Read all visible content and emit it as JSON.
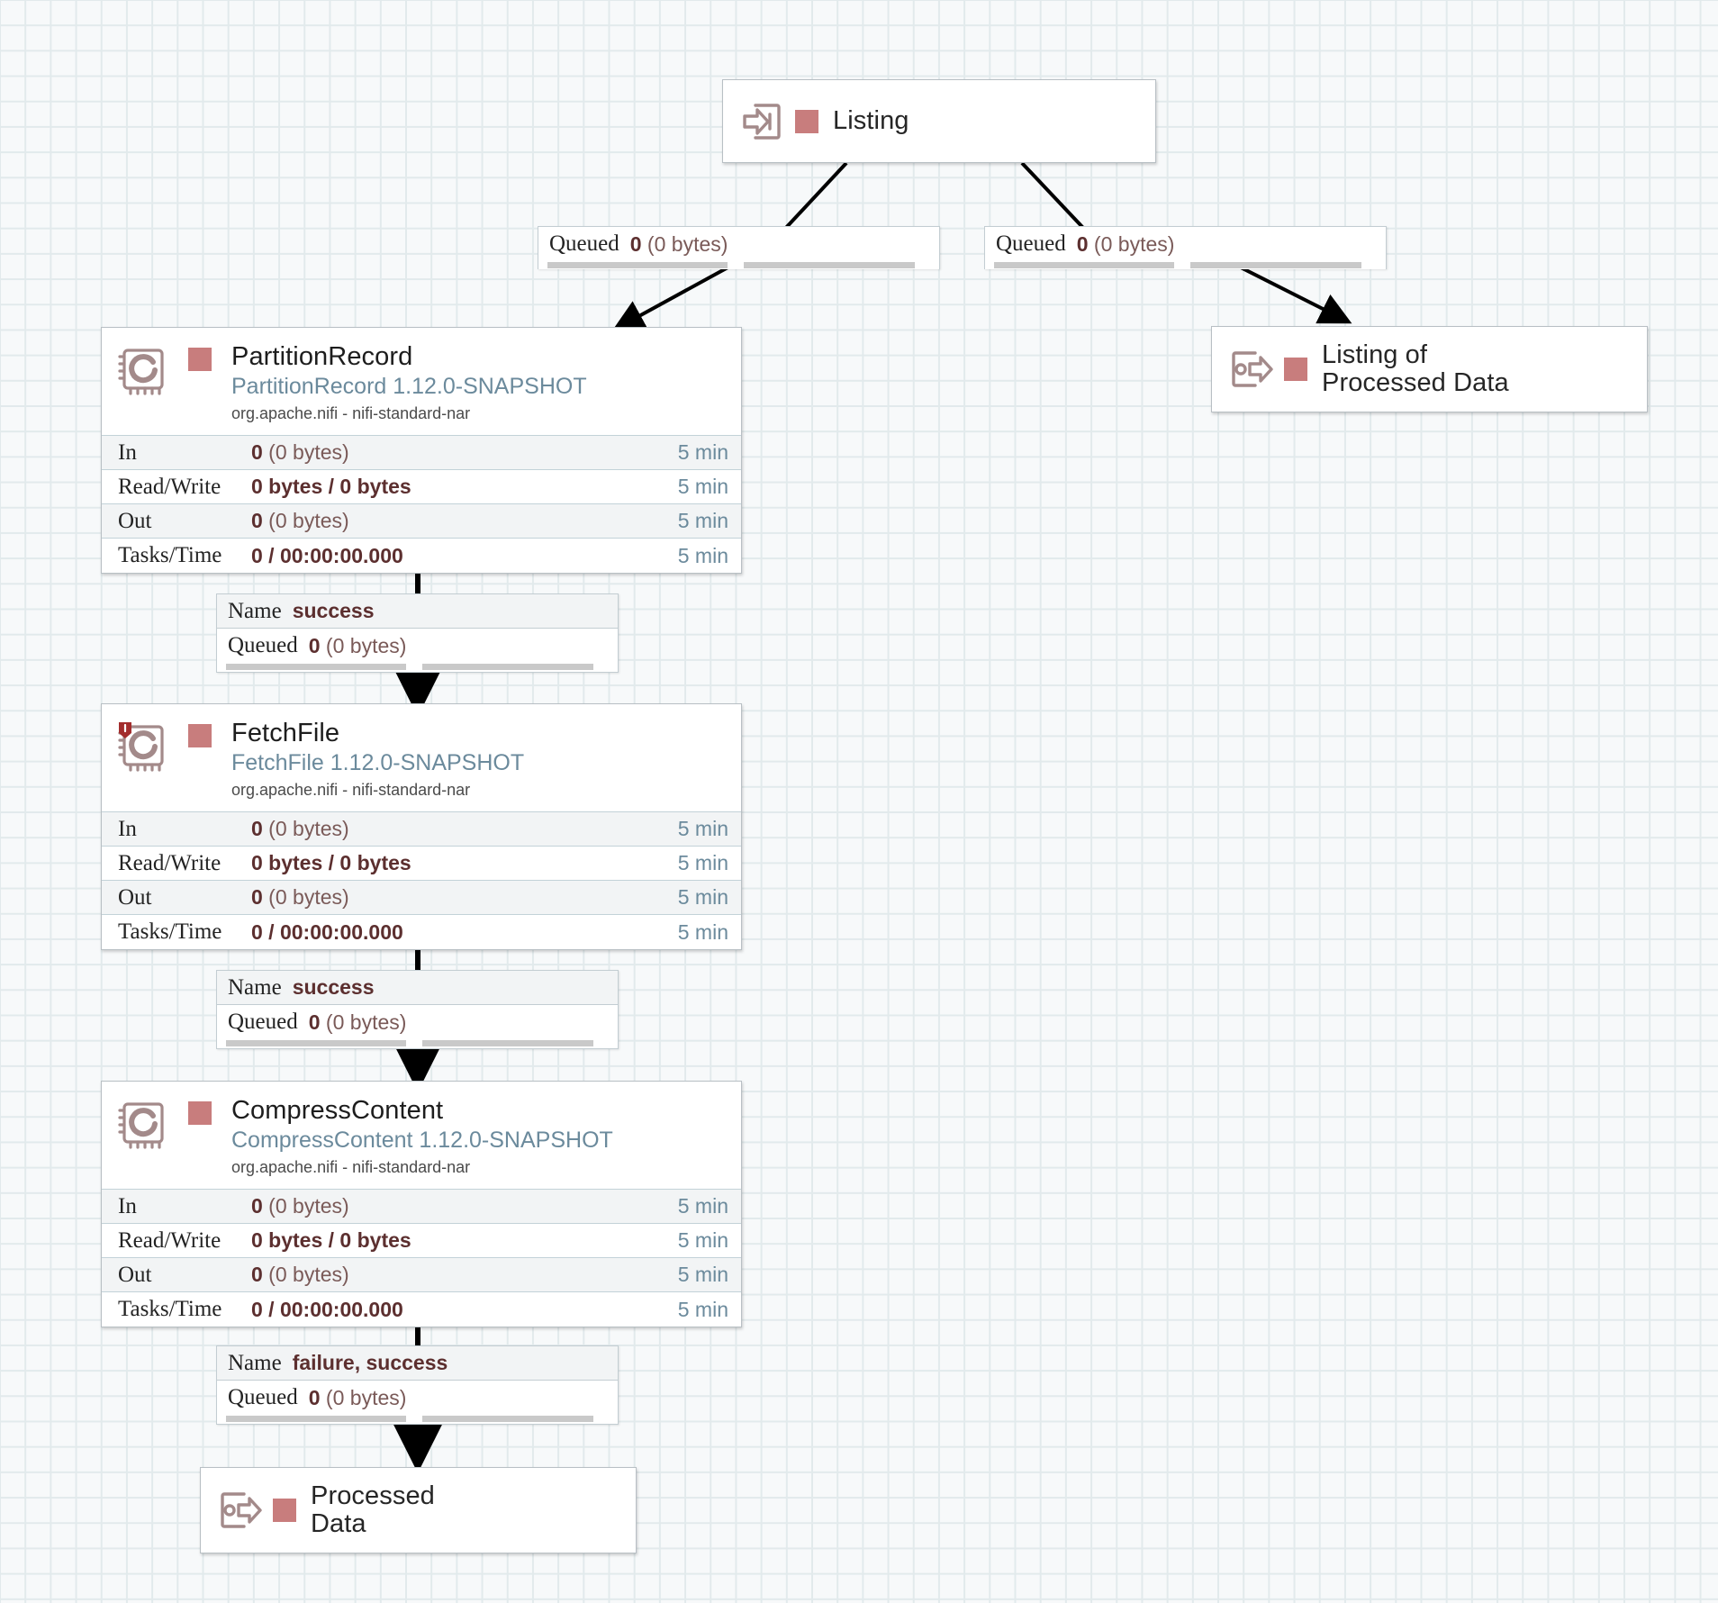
{
  "canvas": {
    "background": "#f7f9fa",
    "grid_color": "#e2eaec",
    "stopped_color": "#c87d7d",
    "link_color": "#000000"
  },
  "nodes": {
    "listing_input_port": {
      "label": "Listing",
      "icon": "input-port-icon",
      "status": "stopped"
    },
    "listing_of_processed_data_port": {
      "label": "Listing of\nProcessed Data",
      "icon": "output-port-icon",
      "status": "stopped"
    },
    "processed_data_port": {
      "label": "Processed\nData",
      "icon": "output-port-icon",
      "status": "stopped"
    },
    "partition_record": {
      "name": "PartitionRecord",
      "type": "PartitionRecord 1.12.0-SNAPSHOT",
      "bundle": "org.apache.nifi - nifi-standard-nar",
      "status": "stopped",
      "has_badge": false,
      "stats": [
        {
          "label": "In",
          "value": "0",
          "suffix": " (0 bytes)",
          "time": "5 min"
        },
        {
          "label": "Read/Write",
          "value": "0 bytes / 0 bytes",
          "suffix": "",
          "time": "5 min"
        },
        {
          "label": "Out",
          "value": "0",
          "suffix": " (0 bytes)",
          "time": "5 min"
        },
        {
          "label": "Tasks/Time",
          "value": "0 / 00:00:00.000",
          "suffix": "",
          "time": "5 min"
        }
      ]
    },
    "fetch_file": {
      "name": "FetchFile",
      "type": "FetchFile 1.12.0-SNAPSHOT",
      "bundle": "org.apache.nifi - nifi-standard-nar",
      "status": "stopped",
      "has_badge": true,
      "stats": [
        {
          "label": "In",
          "value": "0",
          "suffix": " (0 bytes)",
          "time": "5 min"
        },
        {
          "label": "Read/Write",
          "value": "0 bytes / 0 bytes",
          "suffix": "",
          "time": "5 min"
        },
        {
          "label": "Out",
          "value": "0",
          "suffix": " (0 bytes)",
          "time": "5 min"
        },
        {
          "label": "Tasks/Time",
          "value": "0 / 00:00:00.000",
          "suffix": "",
          "time": "5 min"
        }
      ]
    },
    "compress_content": {
      "name": "CompressContent",
      "type": "CompressContent 1.12.0-SNAPSHOT",
      "bundle": "org.apache.nifi - nifi-standard-nar",
      "status": "stopped",
      "has_badge": false,
      "stats": [
        {
          "label": "In",
          "value": "0",
          "suffix": " (0 bytes)",
          "time": "5 min"
        },
        {
          "label": "Read/Write",
          "value": "0 bytes / 0 bytes",
          "suffix": "",
          "time": "5 min"
        },
        {
          "label": "Out",
          "value": "0",
          "suffix": " (0 bytes)",
          "time": "5 min"
        },
        {
          "label": "Tasks/Time",
          "value": "0 / 00:00:00.000",
          "suffix": "",
          "time": "5 min"
        }
      ]
    }
  },
  "connections": {
    "listing_to_partition": {
      "queued_key": "Queued",
      "queued_value": "0",
      "queued_suffix": " (0 bytes)"
    },
    "listing_to_listing_out": {
      "queued_key": "Queued",
      "queued_value": "0",
      "queued_suffix": " (0 bytes)"
    },
    "partition_to_fetch": {
      "name_key": "Name",
      "name_value": "success",
      "queued_key": "Queued",
      "queued_value": "0",
      "queued_suffix": " (0 bytes)"
    },
    "fetch_to_compress": {
      "name_key": "Name",
      "name_value": "success",
      "queued_key": "Queued",
      "queued_value": "0",
      "queued_suffix": " (0 bytes)"
    },
    "compress_to_processed": {
      "name_key": "Name",
      "name_value": "failure, success",
      "queued_key": "Queued",
      "queued_value": "0",
      "queued_suffix": " (0 bytes)"
    }
  }
}
